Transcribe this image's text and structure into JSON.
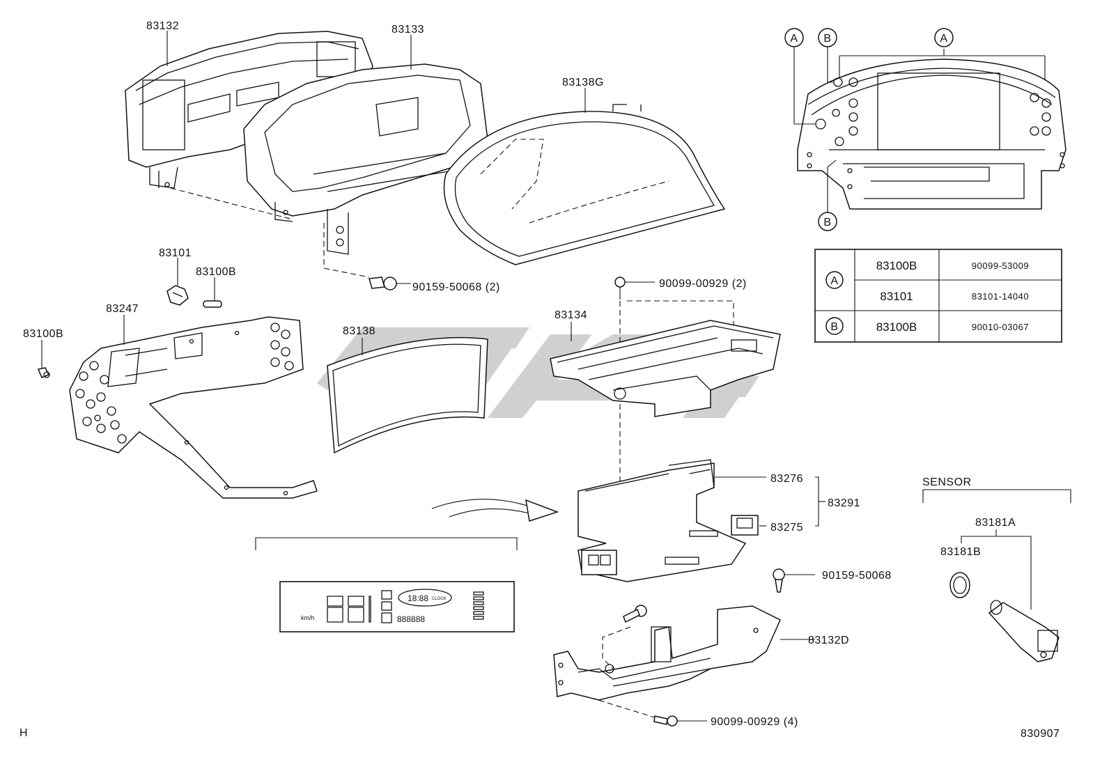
{
  "labels": {
    "p83132": "83132",
    "p83133": "83133",
    "p83138g": "83138G",
    "p83101": "83101",
    "p83100b_top": "83100B",
    "p83247": "83247",
    "p83100b_left": "83100B",
    "p90159_2": "90159-50068 (2)",
    "p83138": "83138",
    "p90099_2": "90099-00929 (2)",
    "p83134": "83134",
    "p83276": "83276",
    "p83291": "83291",
    "p83275": "83275",
    "p90159": "90159-50068",
    "p83132d": "83132D",
    "p90099_4": "90099-00929 (4)",
    "sensor": "SENSOR",
    "p83181a": "83181A",
    "p83181b": "83181B",
    "corner_left": "H",
    "corner_right": "830907"
  },
  "markers": {
    "a": "A",
    "b": "B"
  },
  "lcd": {
    "unit": "km/h",
    "clock_word": "CLOCK",
    "clock_digits": "18:88",
    "odo_digits": "888888"
  },
  "table": {
    "rows": [
      {
        "marker": "A",
        "part": "83100B",
        "number": "90099-53009"
      },
      {
        "marker": "",
        "part": "83101",
        "number": "83101-14040"
      },
      {
        "marker": "B",
        "part": "83100B",
        "number": "90010-03067"
      }
    ]
  },
  "colors": {
    "ink": "#111111",
    "watermark": "#c8c8c8",
    "background": "#ffffff"
  }
}
